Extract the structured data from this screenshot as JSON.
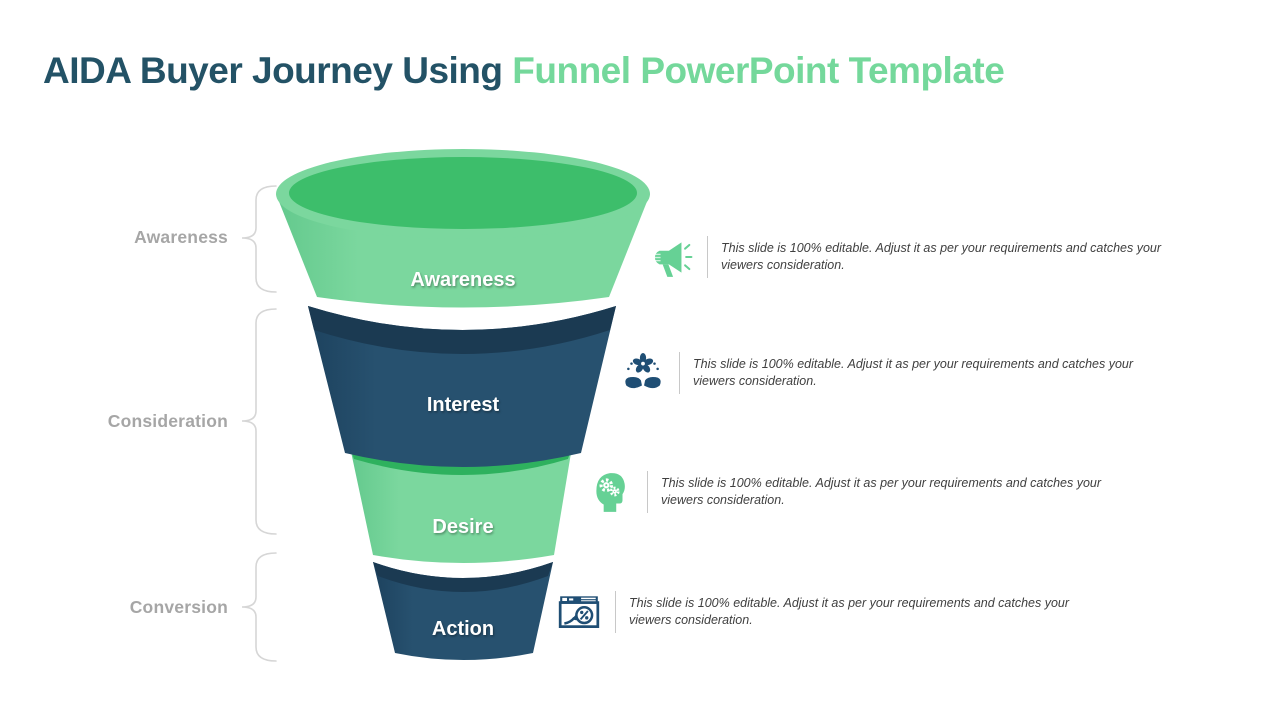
{
  "slide": {
    "title": {
      "part1": "AIDA Buyer Journey Using",
      "part2": "Funnel PowerPoint Template"
    }
  },
  "stages": [
    {
      "label": "Awareness"
    },
    {
      "label": "Consideration"
    },
    {
      "label": "Conversion"
    }
  ],
  "funnel_levels": [
    {
      "label": "Awareness",
      "color": "#7BD79E"
    },
    {
      "label": "Interest",
      "color": "#27516F"
    },
    {
      "label": "Desire",
      "color": "#7BD79E"
    },
    {
      "label": "Action",
      "color": "#27516F"
    }
  ],
  "annotations": [
    {
      "icon": "megaphone-icon",
      "text": "This slide is 100% editable. Adjust it as per your requirements and catches your viewers consideration."
    },
    {
      "icon": "hands-care-icon",
      "text": "This slide is 100% editable. Adjust it as per your requirements and catches your viewers consideration."
    },
    {
      "icon": "head-gears-icon",
      "text": "This slide is 100% editable. Adjust it as per your requirements and catches your viewers consideration."
    },
    {
      "icon": "conversion-chart-icon",
      "text": "This slide is 100% editable. Adjust it as per your requirements and catches your viewers consideration."
    }
  ],
  "colors": {
    "title_dark": "#235266",
    "title_green": "#74D89B",
    "funnel_green": "#7BD79E",
    "funnel_green_band": "#2EB15E",
    "funnel_green_top": "#3DBE6B",
    "funnel_navy": "#27516F",
    "funnel_navy_band": "#1B3A52",
    "stage_label_gray": "#A6A6A6",
    "brace_gray": "#D6D6D6",
    "annotation_text": "#3F3F3F",
    "icon_green": "#66D195",
    "icon_navy": "#1F4E74"
  }
}
